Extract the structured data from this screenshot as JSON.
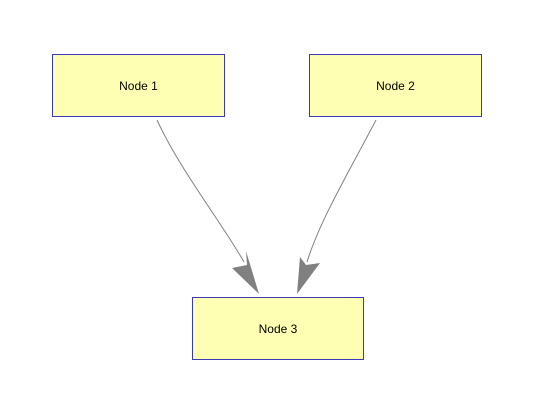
{
  "diagram": {
    "node_fill": "#ffffb3",
    "node_border": "#3b3bb8",
    "edge_color": "#808080",
    "nodes": [
      {
        "id": "n1",
        "label": "Node 1"
      },
      {
        "id": "n2",
        "label": "Node 2"
      },
      {
        "id": "n3",
        "label": "Node 3"
      }
    ],
    "edges": [
      {
        "from": "n1",
        "to": "n3",
        "directed": true
      },
      {
        "from": "n2",
        "to": "n3",
        "directed": true
      }
    ]
  }
}
